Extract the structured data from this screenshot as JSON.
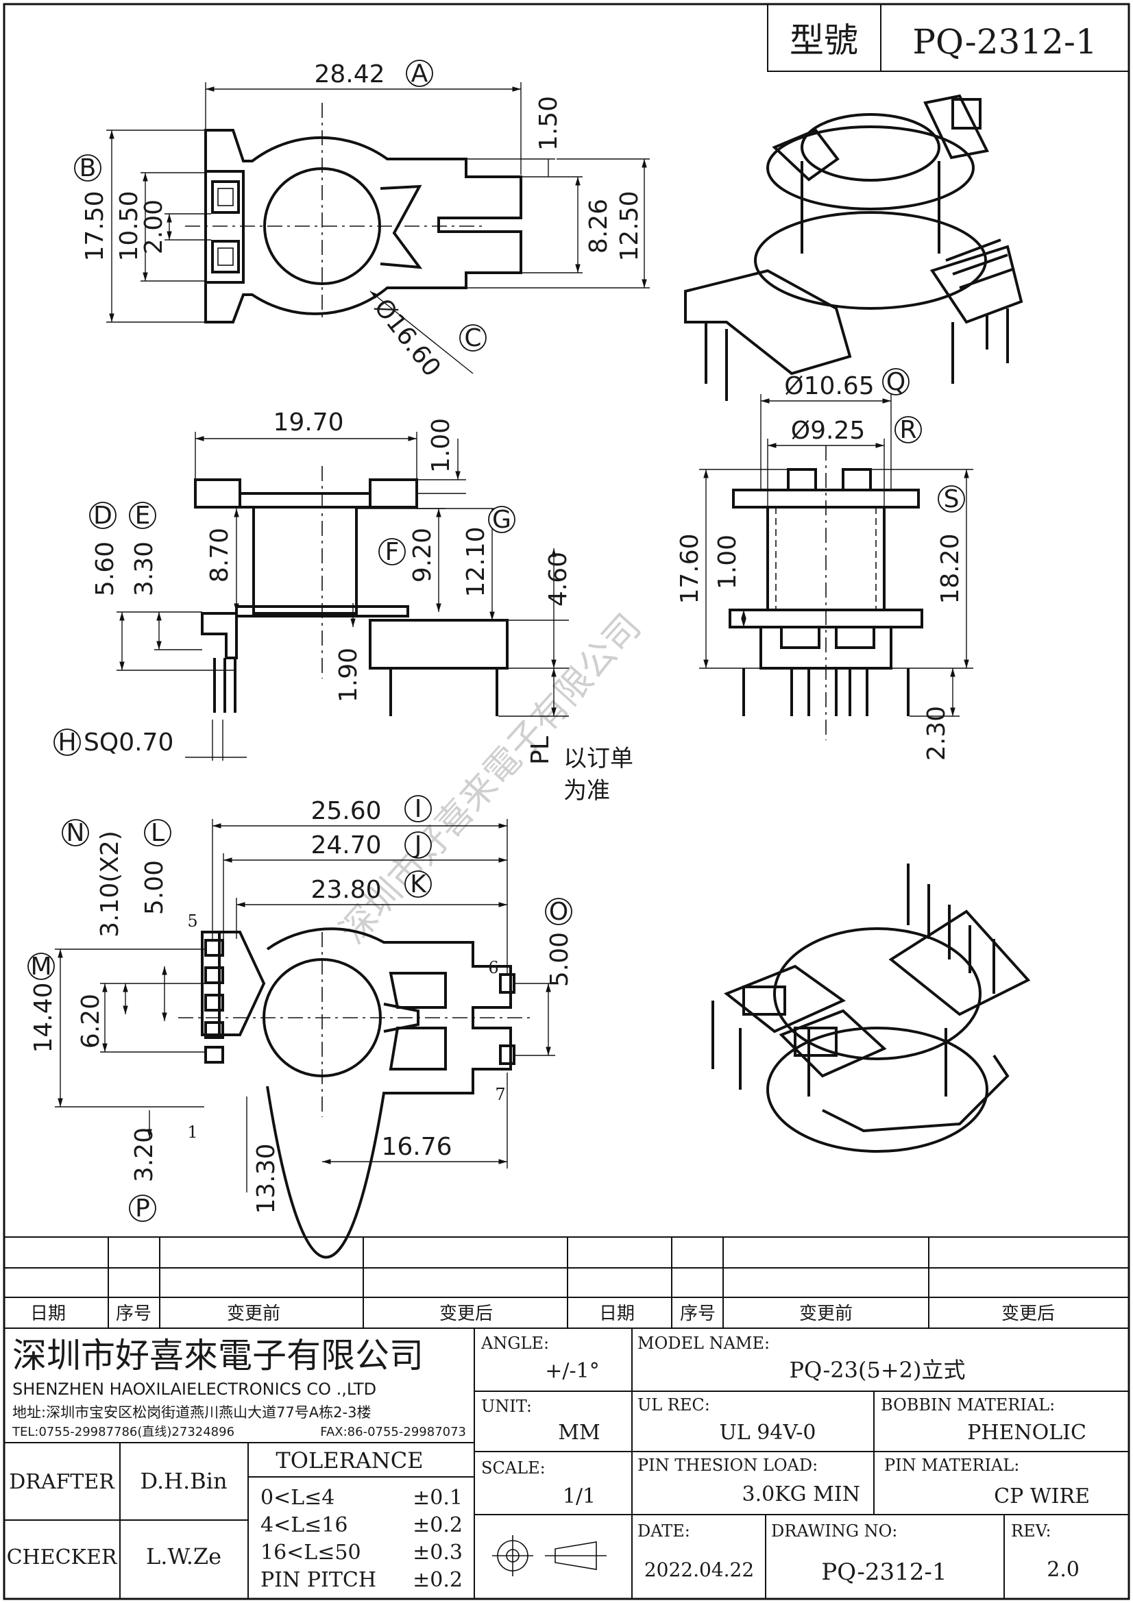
{
  "model_box": {
    "label": "型號",
    "value": "PQ-2312-1"
  },
  "top_view": {
    "dims": {
      "A": "28.42",
      "B": "17.50",
      "C": "Ø16.60",
      "h1": "10.50",
      "h2": "2.00",
      "h3": "1.50",
      "h4": "8.26",
      "h5": "12.50"
    },
    "balloons": {
      "A": "A",
      "B": "B",
      "C": "C"
    }
  },
  "front_view": {
    "dims": {
      "w": "19.70",
      "t1": "1.00",
      "D": "5.60",
      "E": "3.30",
      "h870": "8.70",
      "F": "9.20",
      "G": "12.10",
      "h460": "4.60",
      "h190": "1.90",
      "H": "SQ0.70",
      "PL": "PL"
    },
    "balloons": {
      "D": "D",
      "E": "E",
      "F": "F",
      "G": "G",
      "H": "H"
    },
    "note_line1": "以订单",
    "note_line2": "为准"
  },
  "side_view": {
    "dims": {
      "Q": "Ø10.65",
      "R": "Ø9.25",
      "S": "18.20",
      "h1760": "17.60",
      "h100": "1.00",
      "h230": "2.30"
    },
    "balloons": {
      "Q": "Q",
      "R": "R",
      "S": "S"
    }
  },
  "bottom_view": {
    "dims": {
      "I": "25.60",
      "J": "24.70",
      "K": "23.80",
      "N": "3.10(X2)",
      "L": "5.00",
      "M": "14.40",
      "h620": "6.20",
      "P": "3.20",
      "O": "5.00",
      "w1676": "16.76",
      "w1330": "13.30"
    },
    "balloons": {
      "I": "I",
      "J": "J",
      "K": "K",
      "L": "L",
      "M": "M",
      "N": "N",
      "O": "O",
      "P": "P"
    },
    "pin_numbers": [
      "5",
      "6",
      "1",
      "7"
    ]
  },
  "watermark": "深圳市好喜来電子有限公司",
  "revision_table": {
    "headers": [
      "日期",
      "序号",
      "变更前",
      "变更后",
      "日期",
      "序号",
      "变更前",
      "变更后"
    ]
  },
  "company": {
    "name_cn": "深圳市好喜來電子有限公司",
    "name_en": "SHENZHEN HAOXILAIELECTRONICS CO .,LTD",
    "address": "地址:深圳市宝安区松岗街道燕川燕山大道77号A栋2-3楼",
    "tel": "TEL:0755-29987786(直线)27324896",
    "fax": "FAX:86-0755-29987073"
  },
  "title_block": {
    "angle_label": "ANGLE:",
    "angle_value": "+/-1°",
    "unit_label": "UNIT:",
    "unit_value": "MM",
    "scale_label": "SCALE:",
    "scale_value": "1/1",
    "model_label": "MODEL NAME:",
    "model_value": "PQ-23(5+2)立式",
    "ul_label": "UL REC:",
    "ul_value": "UL 94V-0",
    "bobbin_label": "BOBBIN MATERIAL:",
    "bobbin_value": "PHENOLIC",
    "load_label": "PIN THESION LOAD:",
    "load_value": "3.0KG MIN",
    "pinmat_label": "PIN MATERIAL:",
    "pinmat_value": "CP  WIRE",
    "date_label": "DATE:",
    "date_value": "2022.04.22",
    "drawing_label": "DRAWING NO:",
    "drawing_value": "PQ-2312-1",
    "rev_label": "REV:",
    "rev_value": "2.0",
    "drafter_label": "DRAFTER",
    "drafter_value": "D.H.Bin",
    "checker_label": "CHECKER",
    "checker_value": "L.W.Ze",
    "tolerance_title": "TOLERANCE",
    "tolerances": [
      {
        "range": "0<L≤4",
        "value": "±0.1"
      },
      {
        "range": "4<L≤16",
        "value": "±0.2"
      },
      {
        "range": "16<L≤50",
        "value": "±0.3"
      },
      {
        "range": "PIN PITCH",
        "value": "±0.2"
      }
    ]
  }
}
